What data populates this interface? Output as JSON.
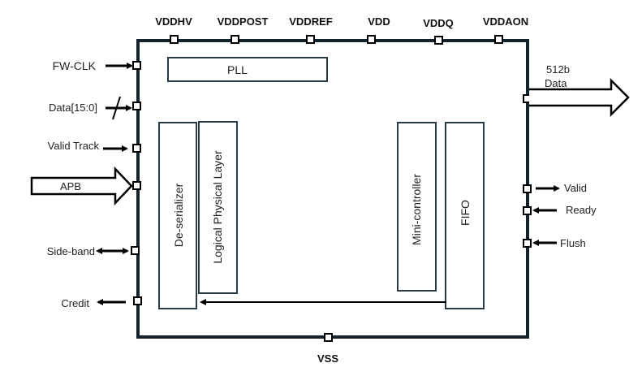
{
  "power_pins": [
    "VDDHV",
    "VDDPOST",
    "VDDREF",
    "VDD",
    "VDDQ",
    "VDDAON"
  ],
  "ground_pin": "VSS",
  "blocks": {
    "pll": "PLL",
    "deserializer": "De-serializer",
    "logical_physical_layer": "Logical Physical Layer",
    "mini_controller": "Mini-controller",
    "fifo": "FIFO"
  },
  "left_signals": {
    "fw_clk": "FW-CLK",
    "data": "Data[15:0]",
    "valid_track": "Valid Track",
    "apb": "APB",
    "side_band": "Side-band",
    "credit": "Credit"
  },
  "right_signals": {
    "data_width": "512b",
    "data": "Data",
    "valid": "Valid",
    "ready": "Ready",
    "flush": "Flush"
  },
  "colors": {
    "outline": "#14232c"
  }
}
